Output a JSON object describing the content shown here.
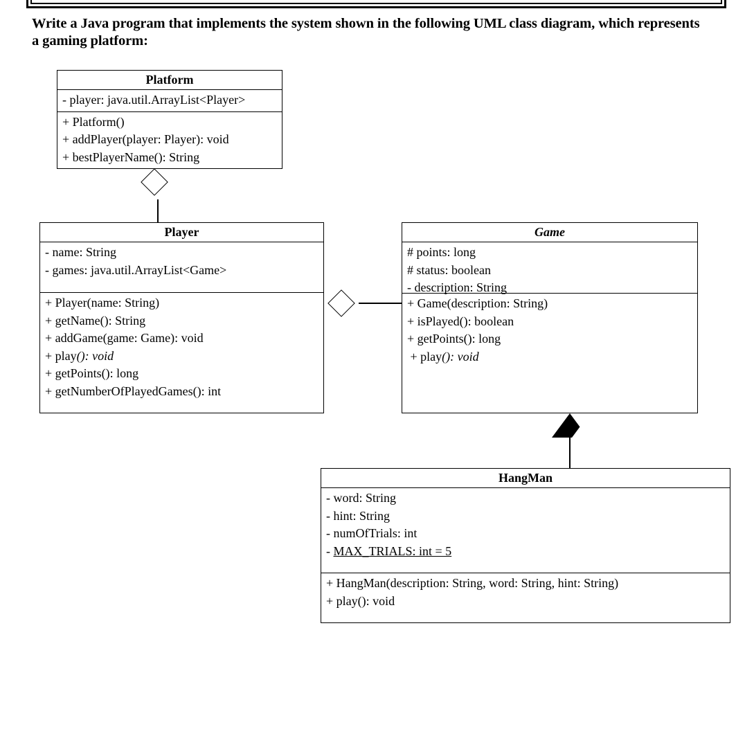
{
  "prompt": {
    "text": "Write a Java program that implements the system shown in the following UML class diagram, which represents a gaming platform:"
  },
  "diagram": {
    "type": "uml-class-diagram",
    "classes": [
      {
        "id": "platform",
        "name": "Platform",
        "abstract": false,
        "attributes": [
          "- player: java.util.ArrayList<Player>"
        ],
        "methods": [
          "+ Platform()",
          "+ addPlayer(player: Player): void",
          "+ bestPlayerName(): String"
        ]
      },
      {
        "id": "player",
        "name": "Player",
        "abstract": false,
        "attributes": [
          "- name: String",
          "- games: java.util.ArrayList<Game>"
        ],
        "methods": [
          "+ Player(name: String)",
          "+ getName(): String",
          "+ addGame(game: Game): void",
          "+ play(): void",
          "+ getPoints(): long",
          "+ getNumberOfPlayedGames(): int"
        ]
      },
      {
        "id": "game",
        "name": "Game",
        "abstract": true,
        "attributes": [
          "# points: long",
          "# status: boolean",
          "- description: String"
        ],
        "methods": [
          "+ Game(description: String)",
          "+ isPlayed(): boolean",
          "+ getPoints(): long",
          "+ play(): void"
        ]
      },
      {
        "id": "hangman",
        "name": "HangMan",
        "abstract": false,
        "attributes": [
          "- word: String",
          "- hint: String",
          "- numOfTrials: int",
          "- MAX_TRIALS: int = 5"
        ],
        "methods": [
          "+ HangMan(description: String, word: String, hint: String)",
          "+ play(): void"
        ]
      }
    ],
    "relationships": [
      {
        "id": "platform-player",
        "kind": "aggregation",
        "from": "Platform",
        "to": "Player",
        "marker": "hollow-diamond"
      },
      {
        "id": "player-game",
        "kind": "aggregation",
        "from": "Player",
        "to": "Game",
        "marker": "hollow-diamond"
      },
      {
        "id": "game-hangman",
        "kind": "generalization",
        "from": "HangMan",
        "to": "Game",
        "marker": "hollow-triangle"
      }
    ]
  },
  "colors": {
    "stroke": "#000000",
    "fill": "#ffffff",
    "text": "#000000"
  }
}
